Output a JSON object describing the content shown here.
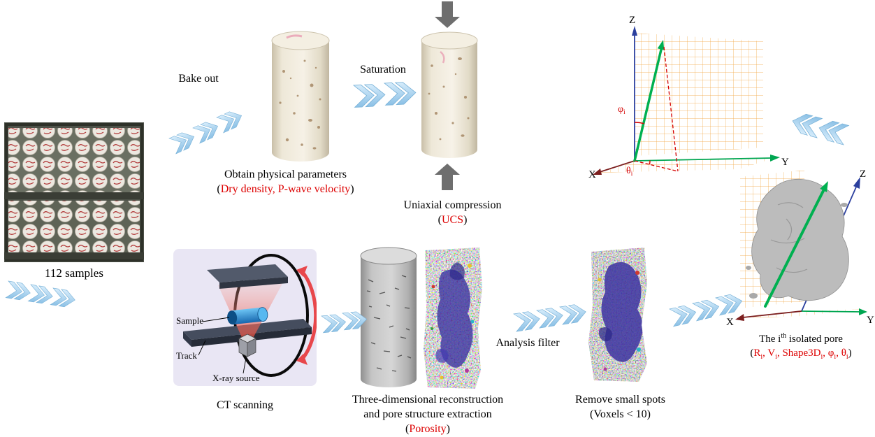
{
  "figure": {
    "samples_label": "112 samples",
    "bake_out": "Bake out",
    "saturation": "Saturation",
    "obtain": {
      "line1": "Obtain physical parameters",
      "open": "(",
      "red": "Dry density, P-wave velocity",
      "close": ")"
    },
    "uniaxial": {
      "line1": "Uniaxial compression",
      "open": "(",
      "red": "UCS",
      "close": ")"
    },
    "ct": {
      "label": "CT scanning",
      "sample": "Sample",
      "track": "Track",
      "xray": "X-ray source"
    },
    "recon": {
      "line1": "Three-dimensional reconstruction",
      "line2": "and pore structure extraction",
      "open": "(",
      "red": "Porosity",
      "close": ")"
    },
    "analysis_filter": "Analysis filter",
    "remove": {
      "line1": "Remove small spots",
      "line2": "(Voxels < 10)"
    },
    "coord": {
      "x": "X",
      "y": "Y",
      "z": "Z",
      "phi": "φ",
      "theta": "θ",
      "sub": "i"
    },
    "pore": {
      "t1": "The i",
      "sup": "th",
      "t2": " isolated pore",
      "open": "(",
      "r": "R",
      "v": "V",
      "shape": "Shape3D",
      "phi": "φ",
      "theta": "θ",
      "sub": "i",
      "sep": ", ",
      "close": ")"
    }
  },
  "colors": {
    "highlight_red": "#dd0000",
    "chevron_blue": "#a9d4ef",
    "grid_orange": "#f2a43c",
    "axis_green": "#00a651",
    "axis_blue": "#2b3f9e",
    "axis_maroon": "#7c1f1f",
    "compression_gray": "#6e6e6e"
  }
}
